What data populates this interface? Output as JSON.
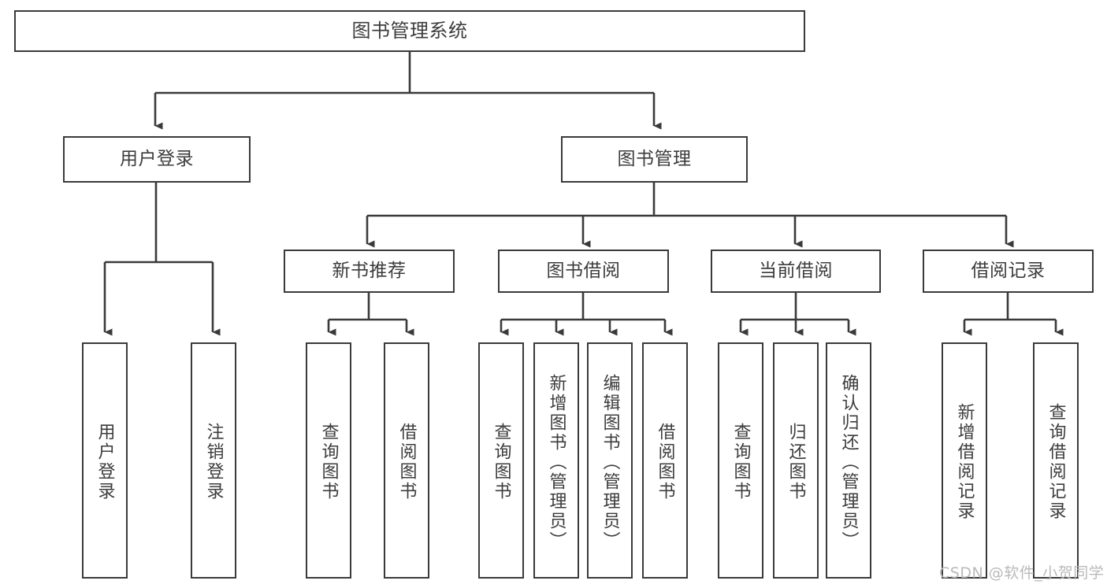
{
  "diagram": {
    "title": "图书管理系统",
    "type": "tree",
    "orientation": "top-down",
    "stroke_color": "#3a3a3a",
    "text_color": "#3c3c3c",
    "background_color": "#ffffff",
    "levels": [
      {
        "level": 0,
        "nodes": [
          {
            "id": "root",
            "label": "图书管理系统"
          }
        ]
      },
      {
        "level": 1,
        "nodes": [
          {
            "id": "login",
            "label": "用户登录",
            "parent": "root"
          },
          {
            "id": "bookmgmt",
            "label": "图书管理",
            "parent": "root"
          }
        ]
      },
      {
        "level": 2,
        "nodes": [
          {
            "id": "newbook",
            "label": "新书推荐",
            "parent": "bookmgmt"
          },
          {
            "id": "borrow",
            "label": "图书借阅",
            "parent": "bookmgmt"
          },
          {
            "id": "current",
            "label": "当前借阅",
            "parent": "bookmgmt"
          },
          {
            "id": "records",
            "label": "借阅记录",
            "parent": "bookmgmt"
          }
        ]
      },
      {
        "level": 3,
        "nodes": [
          {
            "id": "leaf1",
            "label": "用户登录",
            "parent": "login"
          },
          {
            "id": "leaf2",
            "label": "注销登录",
            "parent": "login"
          },
          {
            "id": "leaf3",
            "label": "查询图书",
            "parent": "newbook"
          },
          {
            "id": "leaf4",
            "label": "借阅图书",
            "parent": "newbook"
          },
          {
            "id": "leaf5",
            "label": "查询图书",
            "parent": "borrow"
          },
          {
            "id": "leaf6",
            "label": "新增图书（管理员）",
            "parent": "borrow"
          },
          {
            "id": "leaf7",
            "label": "编辑图书（管理员）",
            "parent": "borrow"
          },
          {
            "id": "leaf8",
            "label": "借阅图书",
            "parent": "borrow"
          },
          {
            "id": "leaf9",
            "label": "查询图书",
            "parent": "current"
          },
          {
            "id": "leaf10",
            "label": "归还图书",
            "parent": "current"
          },
          {
            "id": "leaf11",
            "label": "确认归还（管理员）",
            "parent": "current"
          },
          {
            "id": "leaf12",
            "label": "新增借阅记录",
            "parent": "records"
          },
          {
            "id": "leaf13",
            "label": "查询借阅记录",
            "parent": "records"
          }
        ]
      }
    ]
  },
  "watermark": {
    "text": "CSDN @软件_小贺同学",
    "color": "#b9b9b9"
  }
}
